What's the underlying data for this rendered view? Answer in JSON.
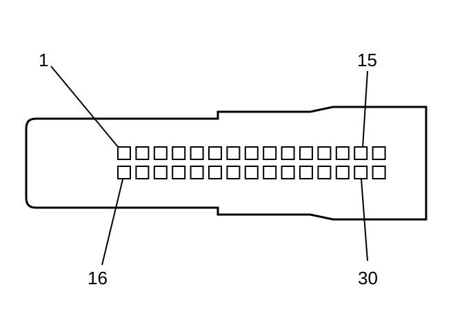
{
  "connector": {
    "pins_per_row": 15,
    "rows": 2,
    "outline_color": "#000000",
    "background_color": "#ffffff"
  },
  "labels": {
    "pin_first_top": "1",
    "pin_last_top": "15",
    "pin_first_bottom": "16",
    "pin_last_bottom": "30"
  }
}
